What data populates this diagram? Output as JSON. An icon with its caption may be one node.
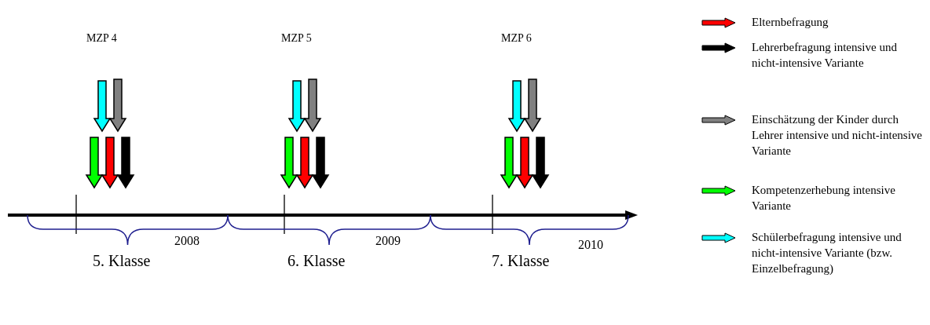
{
  "diagram": {
    "labels": [
      "MZP 4",
      "MZP 5",
      "MZP 6",
      "2008",
      "2009",
      "2010",
      "5. Klasse",
      "6. Klasse",
      "7. Klasse"
    ],
    "legend": [
      {
        "text": "Elternbefragung",
        "color": "#ff0000"
      },
      {
        "text": "Lehrerbefragung intensive und nicht-intensive Variante",
        "color": "#000000"
      },
      {
        "text": "Einschätzung der Kinder durch Lehrer intensive und nicht-intensive Variante",
        "color": "#808080"
      },
      {
        "text": "Kompetenzerhebung intensive Variante",
        "color": "#00ff00"
      },
      {
        "text": "Schülerbefragung intensive und nicht-intensive Variante (bzw. Einzelbefragung)",
        "color": "#00ffff"
      }
    ]
  }
}
